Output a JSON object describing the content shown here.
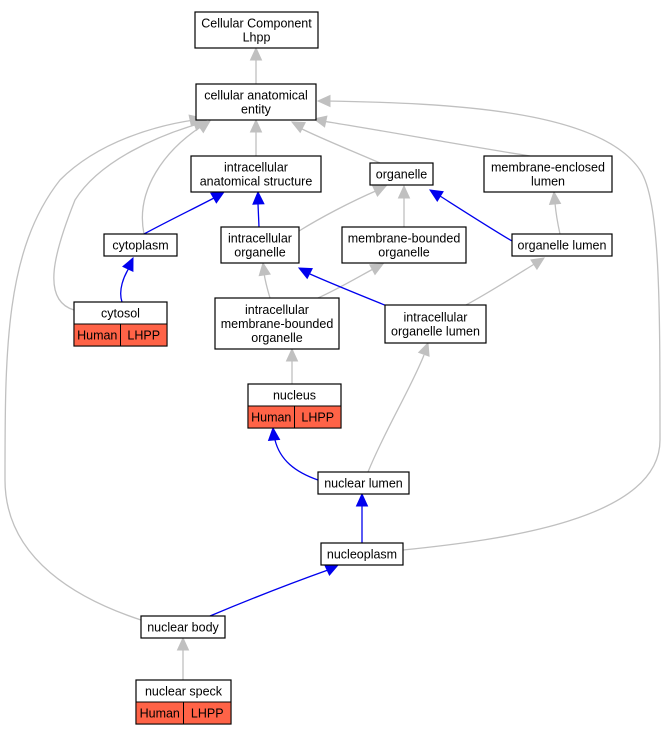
{
  "colors": {
    "is_a_edge": "#c0c0c0",
    "part_of_edge": "#0000ee",
    "badge_fill": "#ff6347",
    "node_border": "#000000",
    "node_fill": "#ffffff"
  },
  "nodes": {
    "root": {
      "lines": [
        "Cellular Component",
        "Lhpp"
      ]
    },
    "cae": {
      "lines": [
        "cellular anatomical",
        "entity"
      ]
    },
    "ias": {
      "lines": [
        "intracellular",
        "anatomical structure"
      ]
    },
    "organelle": {
      "lines": [
        "organelle"
      ]
    },
    "mel": {
      "lines": [
        "membrane-enclosed",
        "lumen"
      ]
    },
    "cytoplasm": {
      "lines": [
        "cytoplasm"
      ]
    },
    "io": {
      "lines": [
        "intracellular",
        "organelle"
      ]
    },
    "mbo": {
      "lines": [
        "membrane-bounded",
        "organelle"
      ]
    },
    "ol": {
      "lines": [
        "organelle lumen"
      ]
    },
    "cytosol": {
      "lines": [
        "cytosol"
      ],
      "badges": [
        "Human",
        "LHPP"
      ]
    },
    "imbo": {
      "lines": [
        "intracellular",
        "membrane-bounded",
        "organelle"
      ]
    },
    "iol": {
      "lines": [
        "intracellular",
        "organelle lumen"
      ]
    },
    "nucleus": {
      "lines": [
        "nucleus"
      ],
      "badges": [
        "Human",
        "LHPP"
      ]
    },
    "nlumen": {
      "lines": [
        "nuclear lumen"
      ]
    },
    "nucleoplasm": {
      "lines": [
        "nucleoplasm"
      ]
    },
    "nbody": {
      "lines": [
        "nuclear body"
      ]
    },
    "nspeck": {
      "lines": [
        "nuclear speck"
      ],
      "badges": [
        "Human",
        "LHPP"
      ]
    }
  }
}
